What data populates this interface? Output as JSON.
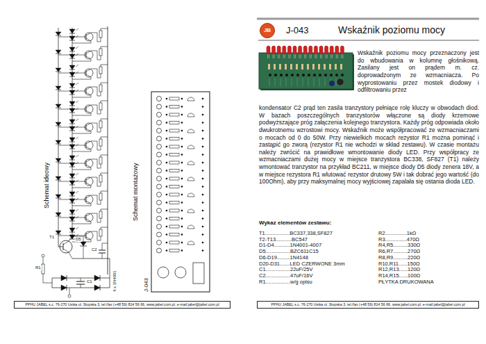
{
  "diagram": {
    "title": "Wskaźnik poziomu mocy",
    "nodes": [
      {
        "text": [
          "JB"
        ]
      },
      {
        "text": [
          "PPHU JABEL s.c. 76-270 Ustka ul. Słupska 3, tel./fax (+48 59) 814 56 66, www.jabel.com.pl, e-mail:jabel@jabel.com.pl"
        ]
      },
      {
        "text": [
          "PPHU JABEL s.c. 76-270 Ustka ul. Słupska 3, tel./fax (+48 59) 814 56 66, www.jabel.com.pl, e-mail:jabel@jabel.com.pl"
        ]
      }
    ],
    "labels": [
      "J-043",
      "Wskaźnik poziomu mocy przeznaczony jest do wbudowania w kolumnę głośnikową. Zasilany jest on prądem m. cz. doprowadzonym ze wzmacniacza. Po wyprostowaniu przez mostek diodowy i odfiltrowaniu przez",
      "kondensator C2 prąd ten zasila tranzystory pełniące rolę kluczy w obwodach diod. W bazach poszczególnych tranzystorów włączone są diody krzemowe podwyższające próg załączenia kolejnego tranzystora. Każdy próg odpowiada około dwukrotnemu wzrostowi mocy. Wskaźnik może współpracować ze wzmacniaczami o mocach od 0 do 50W. Przy niewielkich mocach rezystor R1 można pominąć i zastąpić go zworą (rezystor R1 nie wchodzi w skład zestawu). W czasie montażu należy zwrócić na prawidłowe wmontowanie diody LED. Przy współpracy ze wzmacniaczami dużej mocy w miejsce tranzystora BC338, SF827 (T1) należy wmontować tranzystor na przykład BC211, w miejsce diody D5 diody zenera 18V, a w miejsce rezystora R1 wlutować rezystor drutowy 5W i tak dobrać jego wartość (do 100Ohm), aby przy maksymalnej mocy wyjściowej zapalała się ostania dioda LED.",
      "Wykaz elementów zestawu:",
      "T1.................BC337,338,SF827",
      "T2-T13...........BC547",
      "D1-D4...........1N4001-4007",
      "D5.................BZC611C15",
      "D6-D19.........1N4148",
      "D20-D31.......LED CZERWONE 3mm",
      "C1.................22uF/25V",
      "C2.................47uF/16V",
      "R1.................w/g opisu",
      "R2...............1kΩ",
      "R3...............470Ω",
      "R4,R5..........330Ω",
      "R6,R7..........270Ω",
      "R8,R9..........220Ω",
      "R10,R11......150Ω",
      "R12,R13......120Ω",
      "R14,R15......100Ω",
      "PŁYTKA DRUKOWANA",
      "Schemat ideowy",
      "Schemat montażowy",
      "4 x 1N4001",
      "J-043",
      "T1",
      "D5",
      "R1",
      "C1",
      "C2"
    ]
  }
}
